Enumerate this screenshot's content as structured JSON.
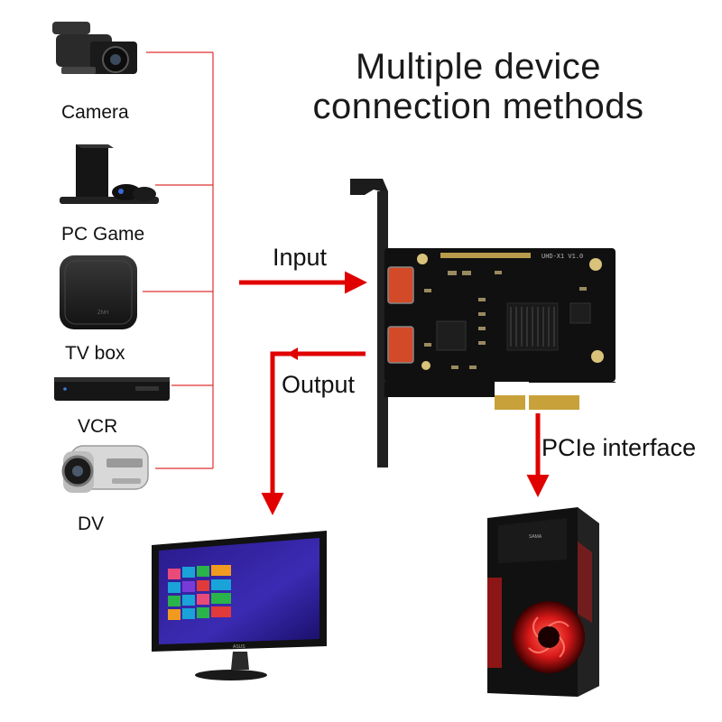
{
  "title": {
    "line1": "Multiple device",
    "line2": "connection methods"
  },
  "devices": [
    {
      "label": "Camera",
      "icon": "video-camera-icon"
    },
    {
      "label": "PC Game",
      "icon": "game-console-icon"
    },
    {
      "label": "TV box",
      "icon": "tv-box-icon"
    },
    {
      "label": "VCR",
      "icon": "vcr-icon"
    },
    {
      "label": "DV",
      "icon": "handycam-icon"
    }
  ],
  "flow": {
    "input": "Input",
    "output": "Output",
    "pcie": "PCIe interface"
  },
  "card": {
    "silkscreen": "UHD-X1 V1.0"
  },
  "monitor": {
    "brand": "ASUS"
  },
  "tower": {
    "brand": "SAMA"
  },
  "colors": {
    "arrow": "#e00000",
    "connector": "#e03030",
    "pcb": "#101010"
  }
}
